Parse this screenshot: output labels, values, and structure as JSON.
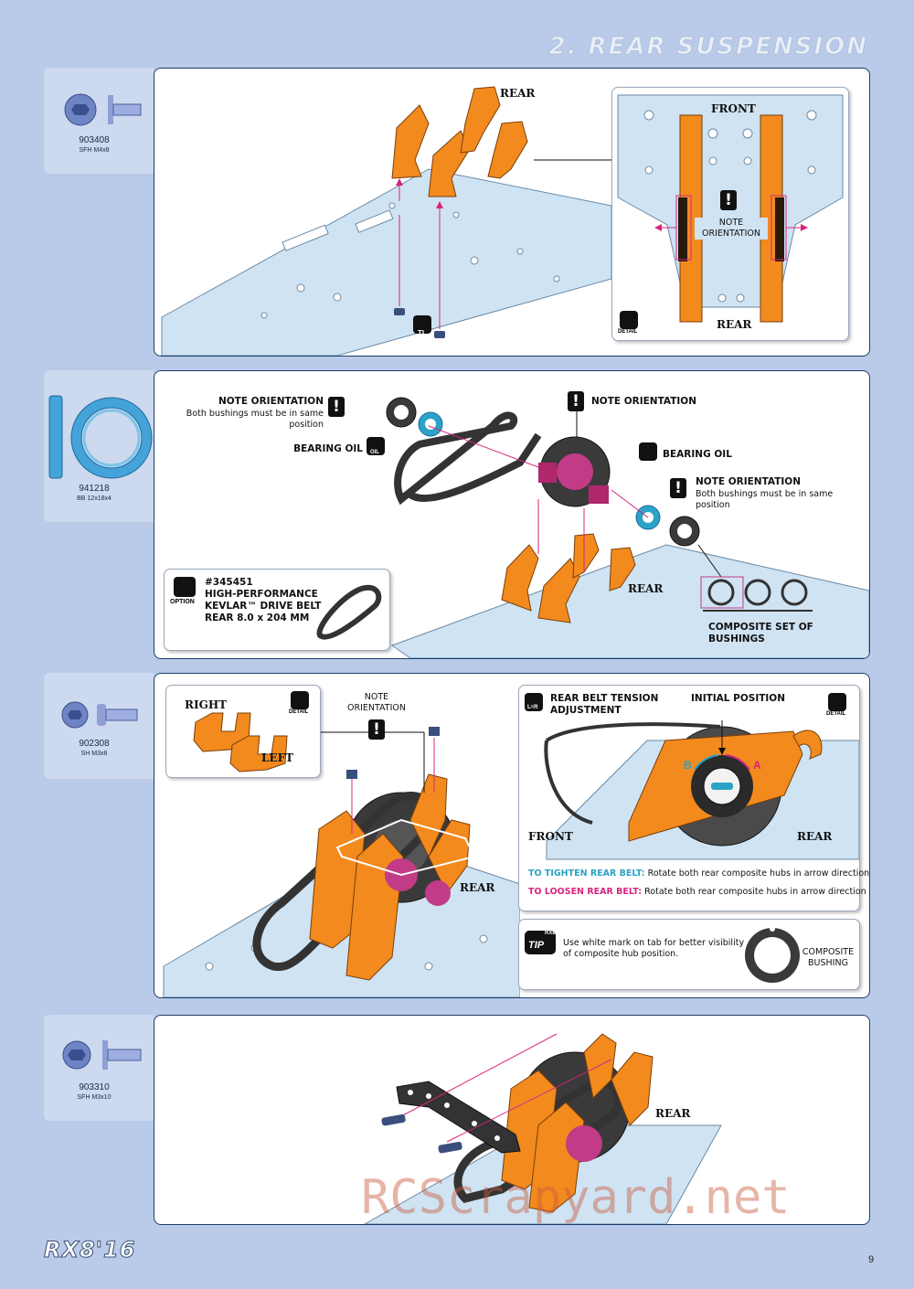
{
  "section_title": "2. REAR SUSPENSION",
  "parts": [
    {
      "code": "903408",
      "desc": "SFH M4x8"
    },
    {
      "code": "941218",
      "desc": "BB 12x18x4"
    },
    {
      "code": "902308",
      "desc": "SH M3x8"
    },
    {
      "code": "903310",
      "desc": "SFH M3x10"
    }
  ],
  "step1": {
    "rear": "REAR",
    "front": "FRONT",
    "rear2": "REAR",
    "note_line1": "NOTE",
    "note_line2": "ORIENTATION",
    "detail": "DETAIL",
    "tl": "TL"
  },
  "step2": {
    "note1_title": "NOTE ORIENTATION",
    "note1_sub": "Both bushings must be in same position",
    "bearing_oil_left": "BEARING OIL",
    "note2_title": "NOTE ORIENTATION",
    "bearing_oil_right": "BEARING OIL",
    "note3_title": "NOTE ORIENTATION",
    "note3_sub": "Both bushings must be in same position",
    "oil": "OIL",
    "option_label": "OPTION",
    "option_code": "#345451",
    "option_line1": "HIGH-PERFORMANCE",
    "option_line2": "KEVLAR™ DRIVE BELT",
    "option_line3": "REAR 8.0 x 204 MM",
    "rear": "REAR",
    "composite": "COMPOSITE SET OF BUSHINGS"
  },
  "step3": {
    "right": "RIGHT",
    "left": "LEFT",
    "note_line1": "NOTE",
    "note_line2": "ORIENTATION",
    "rear": "REAR",
    "detail": "DETAIL",
    "belt_title1": "REAR BELT TENSION",
    "belt_title2": "ADJUSTMENT",
    "lr_icon": "L=R",
    "initial": "INITIAL POSITION",
    "front": "FRONT",
    "rear2": "REAR",
    "b": "B",
    "a": "A",
    "tighten_key": "TO TIGHTEN REAR BELT:",
    "tighten_text": "Rotate both rear composite hubs in arrow direction",
    "tighten_dir": "B",
    "loosen_key": "TO LOOSEN REAR BELT:",
    "loosen_text": "Rotate both rear composite hubs in arrow direction",
    "loosen_dir": "A",
    "tip": "TIP",
    "tip_brand": "RX8",
    "tip_line1": "Use white mark on tab for better visibility",
    "tip_line2": "of composite hub position.",
    "composite_line1": "COMPOSITE",
    "composite_line2": "BUSHING"
  },
  "step4": {
    "rear": "REAR"
  },
  "footer_logo": "RX8'16",
  "page_number": "9",
  "watermark": "RCScrapyard.net",
  "colors": {
    "orange": "#f28a1e",
    "chassis": "#cfe3f3",
    "magenta": "#d8247f",
    "cyan": "#2aa3c7",
    "bg": "#b9cbe9"
  }
}
